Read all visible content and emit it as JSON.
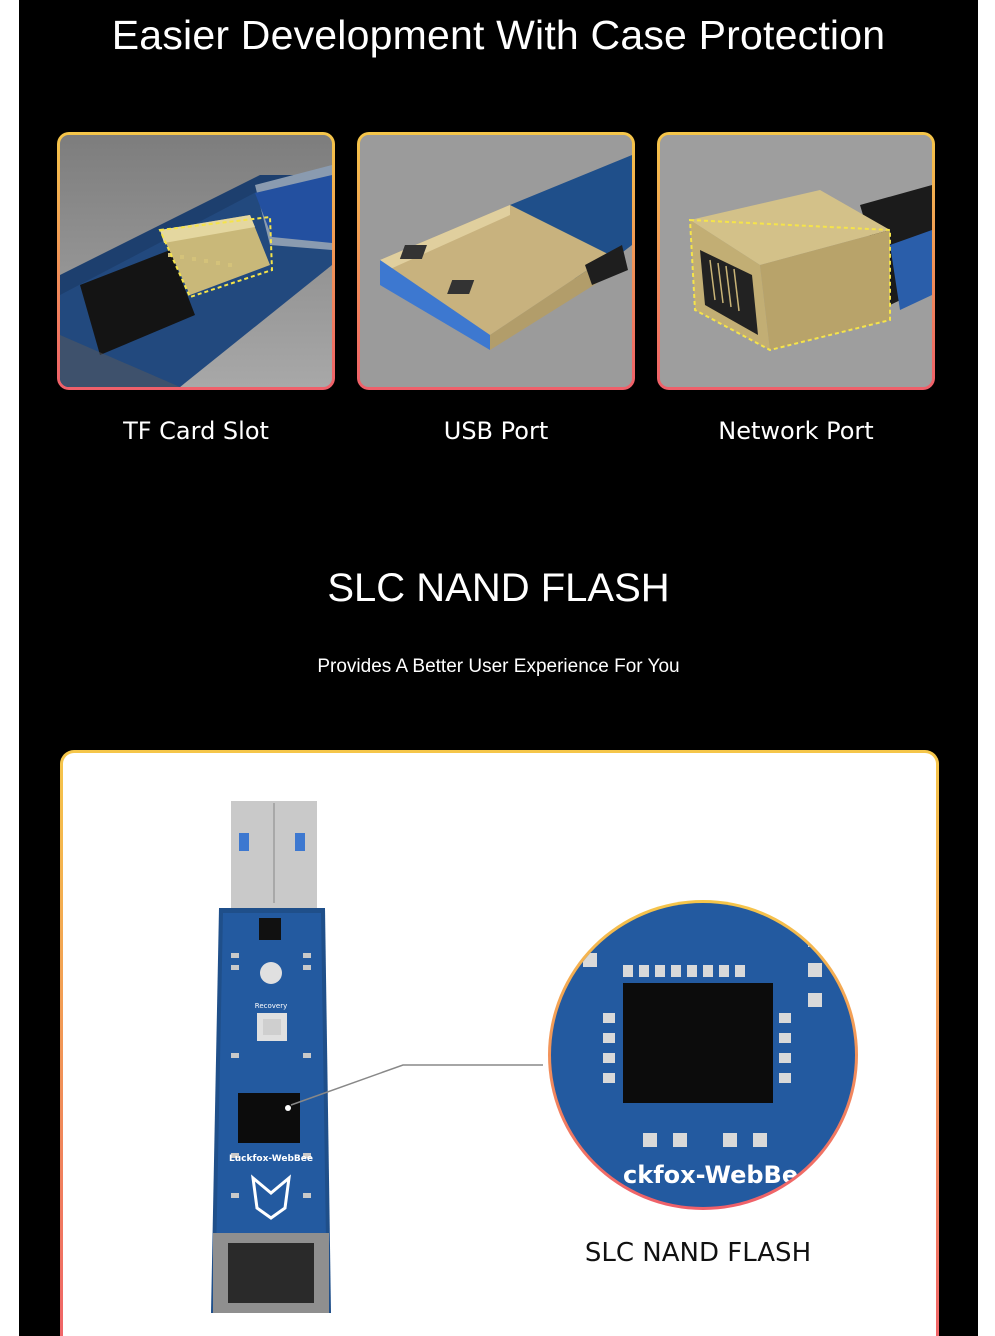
{
  "section_case": {
    "title": "Easier Development With Case Protection",
    "cards": [
      {
        "label": "TF Card Slot"
      },
      {
        "label": "USB Port"
      },
      {
        "label": "Network Port"
      }
    ]
  },
  "section_flash": {
    "title": "SLC NAND FLASH",
    "subtitle": "Provides A Better User Experience For You",
    "board_label": "Luckfox-WebBee",
    "button_label": "Recovery",
    "zoom_label": "ckfox-WebBe",
    "caption": "SLC NAND FLASH"
  },
  "colors": {
    "background": "#000000",
    "gradient_top": "#f5c64a",
    "gradient_bottom": "#ef5f6a",
    "pcb_blue": "#1f4f8a"
  }
}
